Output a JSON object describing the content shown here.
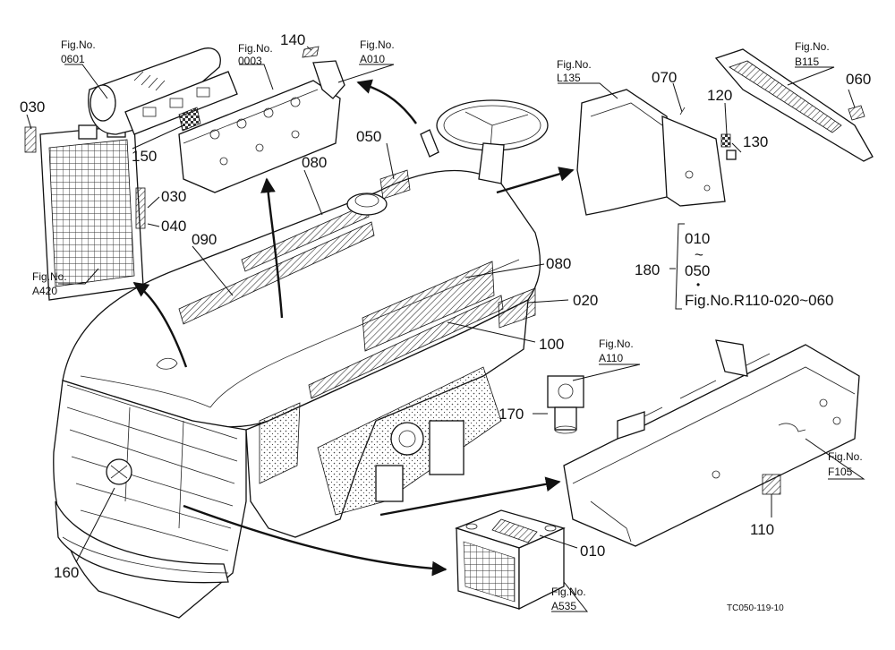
{
  "drawing_code": "TC050-119-10",
  "part_numbers": {
    "p010": "010",
    "p020": "020",
    "p030a": "030",
    "p030b": "030",
    "p040": "040",
    "p050": "050",
    "p060": "060",
    "p070": "070",
    "p080a": "080",
    "p080b": "080",
    "p090": "090",
    "p100": "100",
    "p110": "110",
    "p120": "120",
    "p130": "130",
    "p140": "140",
    "p150": "150",
    "p160": "160",
    "p170": "170",
    "p180": "180"
  },
  "fig_refs": {
    "f0601": {
      "label": "Fig.No.",
      "code": "0601"
    },
    "f0003": {
      "label": "Fig.No.",
      "code": "0003"
    },
    "fA010": {
      "label": "Fig.No.",
      "code": "A010"
    },
    "fL135": {
      "label": "Fig.No.",
      "code": "L135"
    },
    "fB115": {
      "label": "Fig.No.",
      "code": "B115"
    },
    "fA420": {
      "label": "Fig.No.",
      "code": "A420"
    },
    "fA110": {
      "label": "Fig.No.",
      "code": "A110"
    },
    "fF105": {
      "label": "Fig.No.",
      "code": "F105"
    },
    "fA535": {
      "label": "Fig.No.",
      "code": "A535"
    }
  },
  "range_note": {
    "top": "010",
    "tilde": "~",
    "bottom": "050",
    "dot": "•",
    "reference": "Fig.No.R110-020~060"
  },
  "colors": {
    "ink": "#111111",
    "background": "#ffffff",
    "hatch": "#333333"
  }
}
